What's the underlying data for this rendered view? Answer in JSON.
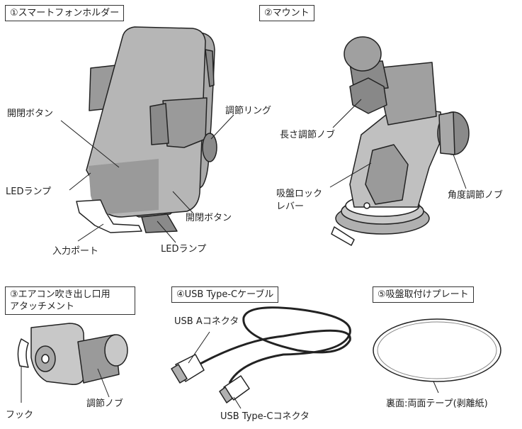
{
  "sections": {
    "holder": {
      "title": "①スマートフォンホルダー"
    },
    "mount": {
      "title": "②マウント"
    },
    "vent": {
      "title": "③エアコン吹き出し口用",
      "title2": "アタッチメント"
    },
    "cable": {
      "title": "④USB Type-Cケーブル"
    },
    "plate": {
      "title": "⑤吸盤取付けプレート"
    }
  },
  "labels": {
    "open_button_left": "開閉ボタン",
    "adjust_ring": "調節リング",
    "led_lamp_left": "LEDランプ",
    "open_button_right": "開閉ボタン",
    "input_port": "入力ポート",
    "led_lamp_bottom": "LEDランプ",
    "length_knob": "長さ調節ノブ",
    "suction_lever_1": "吸盤ロック",
    "suction_lever_2": "レバー",
    "angle_knob": "角度調節ノブ",
    "hook": "フック",
    "vent_knob": "調節ノブ",
    "usb_a": "USB Aコネクタ",
    "usb_c": "USB Type-Cコネクタ",
    "plate_desc": "裏面:両面テープ(剥離紙)"
  }
}
